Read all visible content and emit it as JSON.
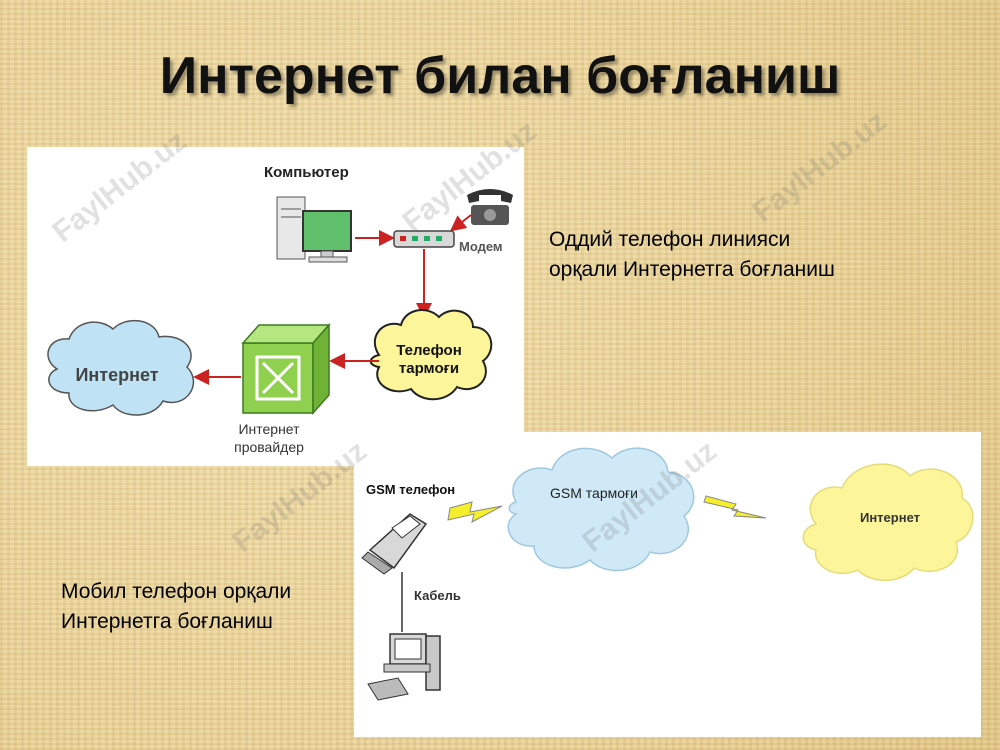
{
  "title": "Интернет билан боғланиш",
  "diagram1": {
    "computer_label": "Компьютер",
    "modem_label": "Модем",
    "phone_network_line1": "Телефон",
    "phone_network_line2": "тармоғи",
    "provider_line1": "Интернет",
    "provider_line2": "провайдер",
    "internet_label": "Интернет",
    "caption_line1": "Оддий телефон линияси",
    "caption_line2": "орқали Интернетга боғланиш"
  },
  "diagram2": {
    "gsm_phone_label": "GSM телефон",
    "gsm_network_label": "GSM тармоғи",
    "internet_label": "Интернет",
    "cable_label": "Кабель",
    "caption_line1": "Мобил телефон орқали",
    "caption_line2": "Интернетга боғланиш"
  },
  "watermark": "FaylHub.uz",
  "colors": {
    "cloud_blue": "#bfe3f5",
    "cloud_yellow": "#fdf59a",
    "provider_green": "#8fd14f",
    "arrow_red": "#cc2222",
    "bolt_yellow": "#f5ee2a"
  }
}
